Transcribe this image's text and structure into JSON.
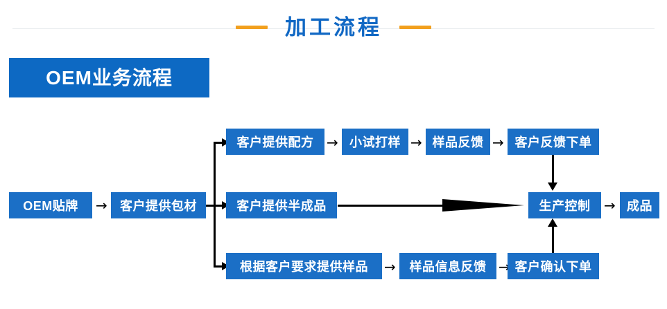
{
  "header": {
    "title": "加工流程",
    "dash_color": "#f2a01e",
    "title_color": "#1168c4",
    "rule_color": "#e9ecef"
  },
  "banner": {
    "label": "OEM业务流程",
    "background": "#0d69c3",
    "text_color": "#ffffff"
  },
  "palette": {
    "node_fill": "#1b6fc6",
    "node_text": "#ffffff",
    "connector": "#000000"
  },
  "flow": {
    "start": {
      "label": "OEM贴牌"
    },
    "hub": {
      "label": "客户提供包材"
    },
    "branches": [
      {
        "name": "formula-branch",
        "steps": [
          {
            "label": "客户提供配方"
          },
          {
            "label": "小试打样"
          },
          {
            "label": "样品反馈"
          },
          {
            "label": "客户反馈下单"
          }
        ]
      },
      {
        "name": "semi-finished-branch",
        "steps": [
          {
            "label": "客户提供半成品"
          }
        ]
      },
      {
        "name": "sample-branch",
        "steps": [
          {
            "label": "根据客户要求提供样品"
          },
          {
            "label": "样品信息反馈"
          },
          {
            "label": "客户确认下单"
          }
        ]
      }
    ],
    "merge": {
      "label": "生产控制"
    },
    "end": {
      "label": "成品"
    },
    "arrow_glyph": "→"
  }
}
